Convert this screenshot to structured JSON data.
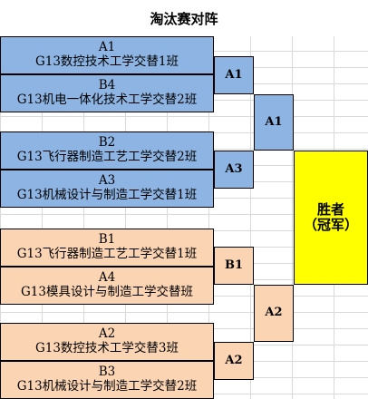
{
  "title": "淘汰赛对阵",
  "teams": [
    {
      "seed": "A1",
      "name": "G13数控技术工学交替1班"
    },
    {
      "seed": "B4",
      "name": "G13机电一体化技术工学交替2班"
    },
    {
      "seed": "B2",
      "name": "G13飞行器制造工艺工学交替2班"
    },
    {
      "seed": "A3",
      "name": "G13机械设计与制造工学交替1班"
    },
    {
      "seed": "B1",
      "name": "G13飞行器制造工艺工学交替1班"
    },
    {
      "seed": "A4",
      "name": "G13模具设计与制造工学交替班"
    },
    {
      "seed": "A2",
      "name": "G13数控技术工学交替3班"
    },
    {
      "seed": "B3",
      "name": "G13机械设计与制造工学交替2班"
    }
  ],
  "round1_winners": [
    "A1",
    "A3",
    "B1",
    "A2"
  ],
  "round2_winners": [
    "A1",
    "A2"
  ],
  "champion": {
    "line1": "胜者",
    "line2": "（冠军）"
  },
  "colors": {
    "group_a": "#8db4e2",
    "group_b": "#fbd4b4",
    "champion": "#ffff00"
  }
}
